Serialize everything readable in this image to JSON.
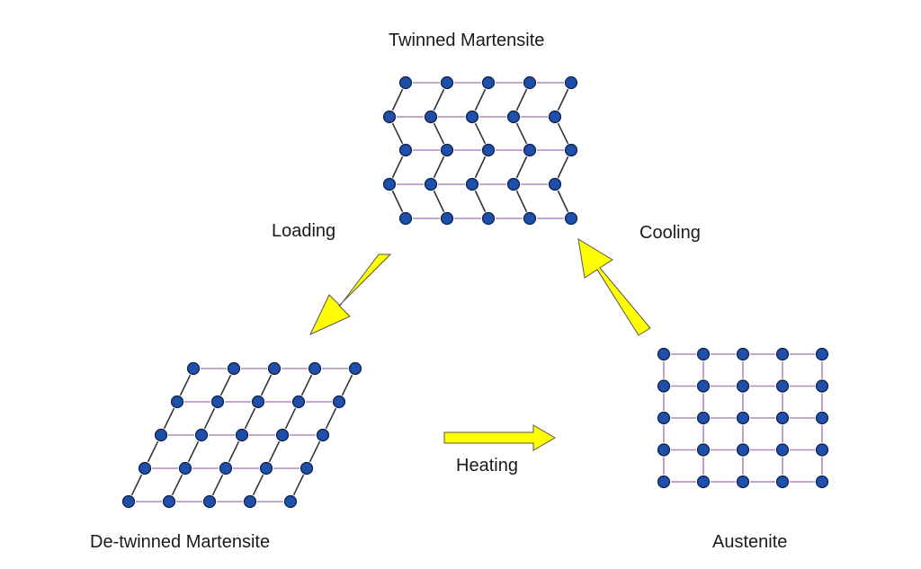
{
  "labels": {
    "twinned": "Twinned Martensite",
    "detwinned": "De-twinned Martensite",
    "austenite": "Austenite",
    "loading": "Loading",
    "cooling": "Cooling",
    "heating": "Heating"
  },
  "colors": {
    "atom_fill": "#1f4fa8",
    "atom_stroke": "#0b1f4a",
    "bond_horizontal": "#b08ab8",
    "bond_diagonal": "#333333",
    "arrow_fill": "#ffff00",
    "arrow_stroke": "#555555"
  }
}
